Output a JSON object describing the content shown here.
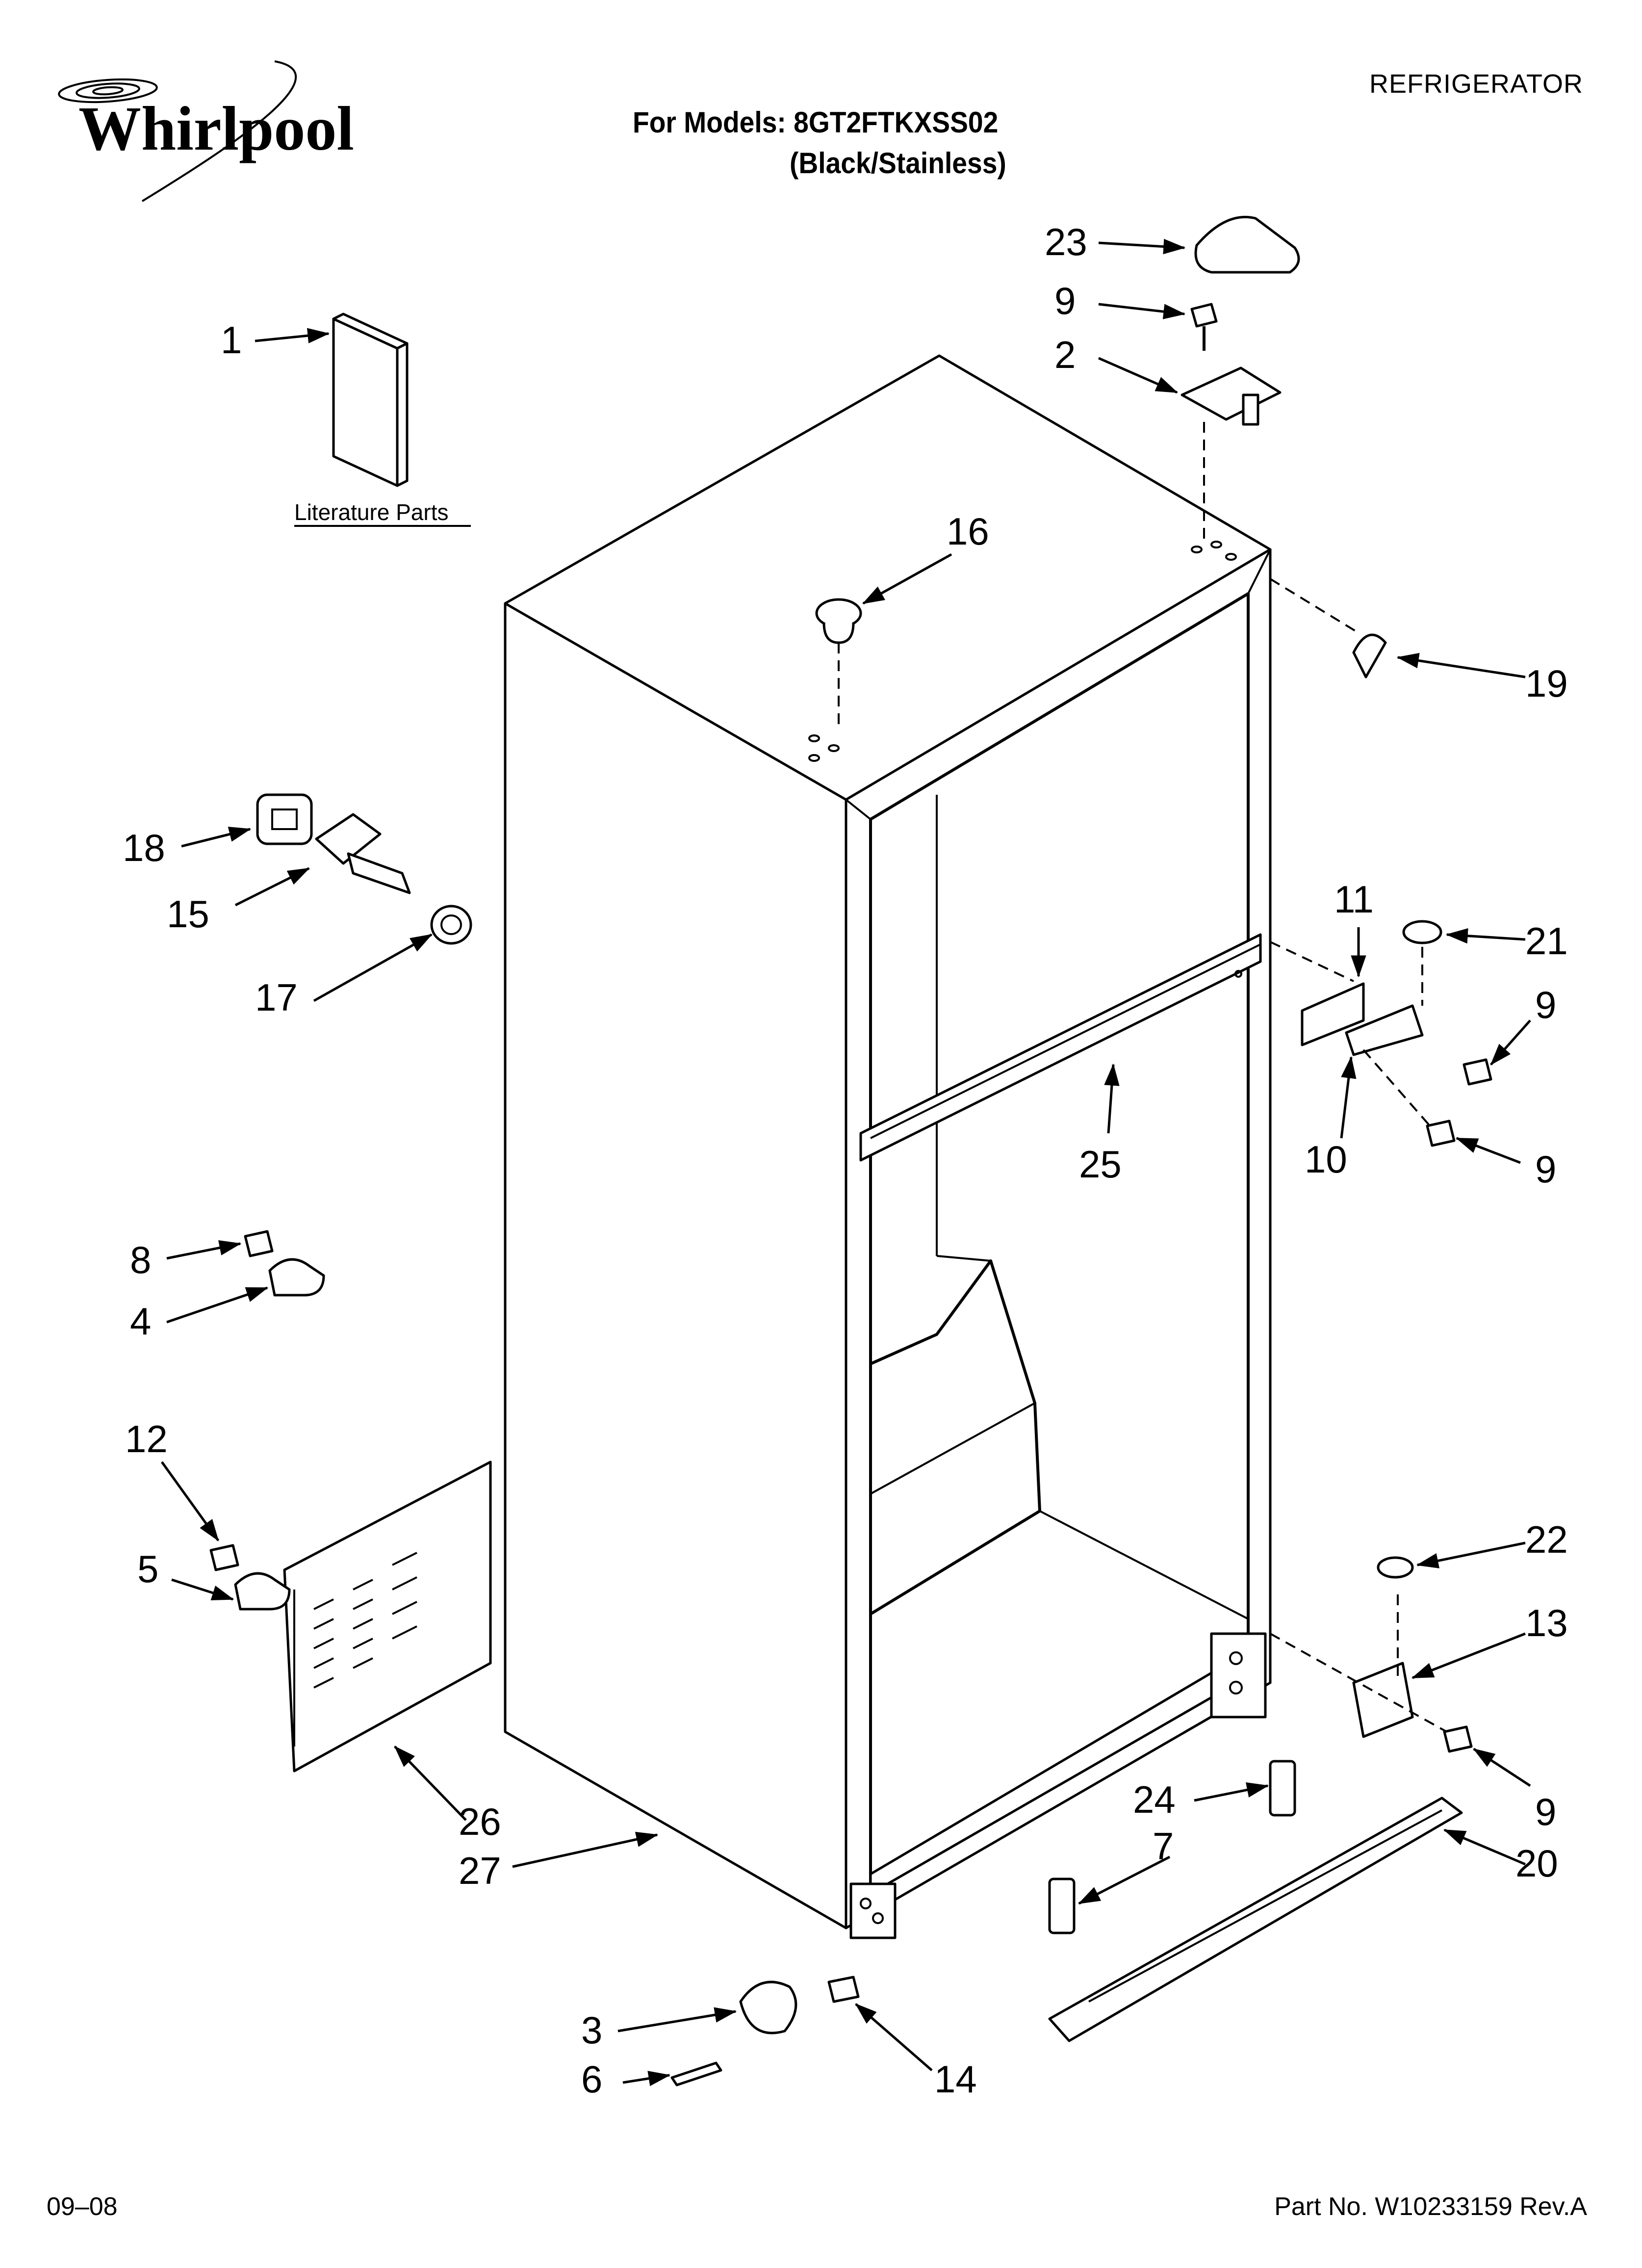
{
  "header": {
    "brand": "Whirlpool",
    "category": "REFRIGERATOR",
    "models_line": "For Models: 8GT2FTKXSS02",
    "variant_line": "(Black/Stainless)"
  },
  "footer": {
    "date": "09–08",
    "part_number": "Part No. W10233159 Rev.A"
  },
  "literature_label": "Literature Parts",
  "callouts": [
    "1",
    "2",
    "3",
    "4",
    "5",
    "6",
    "7",
    "8",
    "9",
    "9",
    "9",
    "9",
    "10",
    "11",
    "12",
    "13",
    "14",
    "15",
    "16",
    "17",
    "18",
    "19",
    "20",
    "21",
    "22",
    "23",
    "24",
    "25",
    "26",
    "27"
  ],
  "icons": [
    "whirlpool-swirl-logo-icon",
    "arrow-icon"
  ]
}
